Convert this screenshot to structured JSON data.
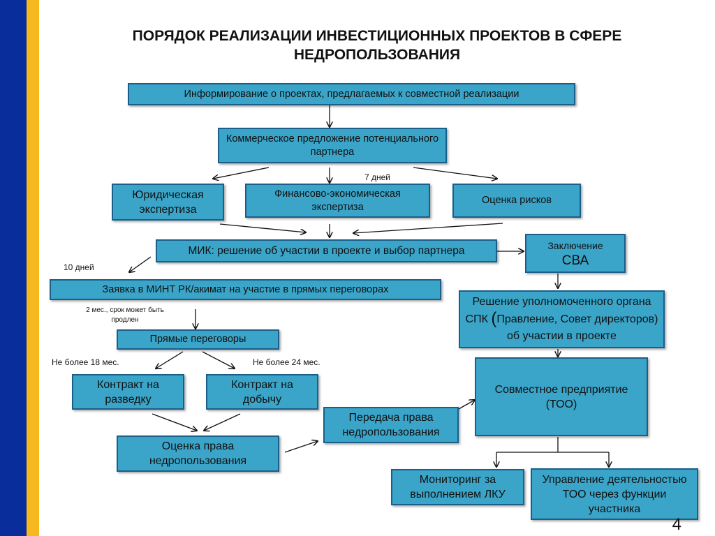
{
  "title": {
    "line1": "ПОРЯДОК РЕАЛИЗАЦИИ ИНВЕСТИЦИОННЫХ ПРОЕКТОВ В СФЕРЕ",
    "line2": "НЕДРОПОЛЬЗОВАНИЯ"
  },
  "boxes": {
    "informing": "Информирование о проектах, предлагаемых к совместной реализации",
    "commercial_offer": "Коммерческое предложение потенциального партнера",
    "legal_expertise": "Юридическая экспертиза",
    "financial_expertise": "Финансово-экономическая экспертиза",
    "risk_assessment": "Оценка рисков",
    "mik_decision": "МИК: решение об участии в проекте и выбор партнера",
    "sva_conclusion_line1": "Заключение",
    "sva_conclusion_line2": "СВА",
    "application": "Заявка в МИНТ РК/акимат на участие в прямых переговорах",
    "authority_decision_part1": "Решение уполномоченного органа СПК ",
    "authority_decision_paren": "(",
    "authority_decision_part2": "Правление, Совет директоров) об участии в проекте",
    "direct_negotiations": "Прямые переговоры",
    "joint_venture": "Совместное предприятие (ТОО)",
    "exploration_contract": "Контракт на разведку",
    "production_contract": "Контракт на добычу",
    "rights_transfer": "Передача права недропользования",
    "rights_assessment": "Оценка права недропользования",
    "monitoring": "Мониторинг за выполнением ЛКУ",
    "management": "Управление деятельностью ТОО через функции участника"
  },
  "notes": {
    "seven_days": "7 дней",
    "ten_days": "10 дней",
    "two_months": "2 мес., срок может быть продлен",
    "max_18": "Не более 18 мес.",
    "max_24": "Не более 24 мес."
  },
  "page_number": "4",
  "colors": {
    "box_fill": "#3aa5c9",
    "box_border": "#1a5f8a",
    "stripe_blue": "#0a2d9c",
    "stripe_gold": "#f7b81f"
  }
}
